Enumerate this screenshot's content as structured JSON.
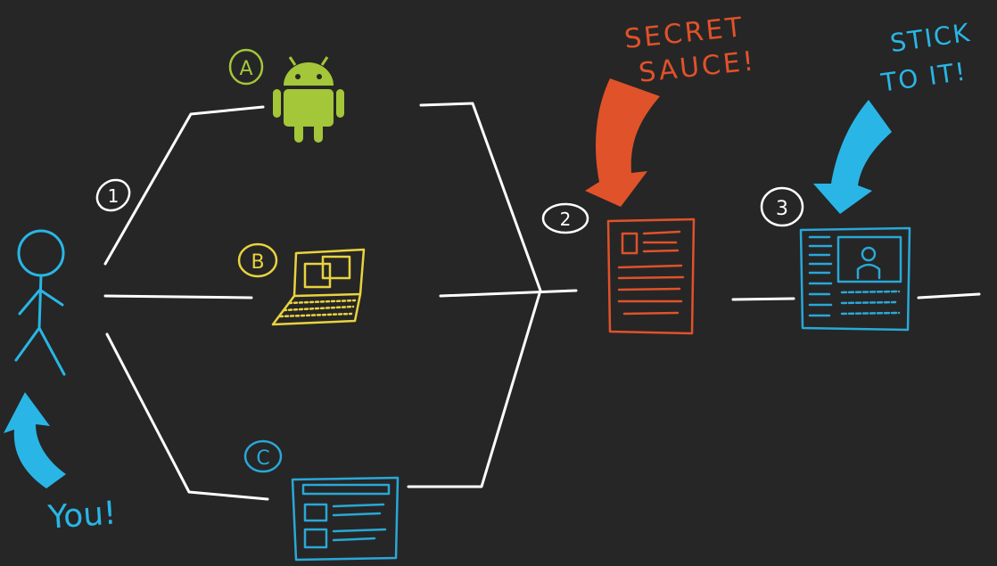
{
  "labels": {
    "option_a": "A",
    "option_b": "B",
    "option_c": "C",
    "step_1": "1",
    "step_2": "2",
    "step_3": "3",
    "you": "You!",
    "secret_line1": "SECRET",
    "secret_line2": "SAUCE!",
    "stick_line1": "STICK",
    "stick_line2": "TO IT!"
  },
  "icons": {
    "option_a": "android-robot-icon",
    "option_b": "laptop-icon",
    "option_c": "web-page-icon",
    "step_2": "resume-document-icon",
    "step_3": "profile-document-icon",
    "person": "stick-figure-icon"
  },
  "colors": {
    "background": "#262626",
    "lines": "#ffffff",
    "option_a": "#a4c639",
    "option_b": "#e8d33f",
    "option_c": "#29a8d8",
    "secret_sauce": "#e0522a",
    "stick_to_it": "#29b6e6",
    "person": "#29b6e6"
  }
}
